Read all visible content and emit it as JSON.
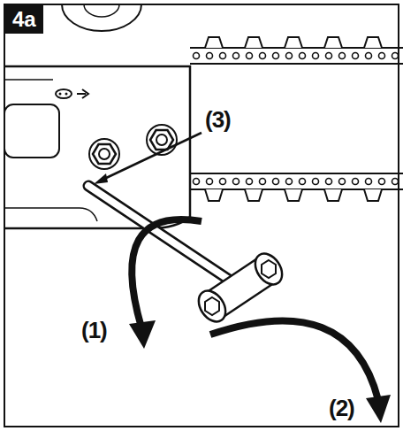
{
  "diagram": {
    "labels": [
      "4a",
      "(3)",
      "(1)",
      "(2)"
    ]
  }
}
